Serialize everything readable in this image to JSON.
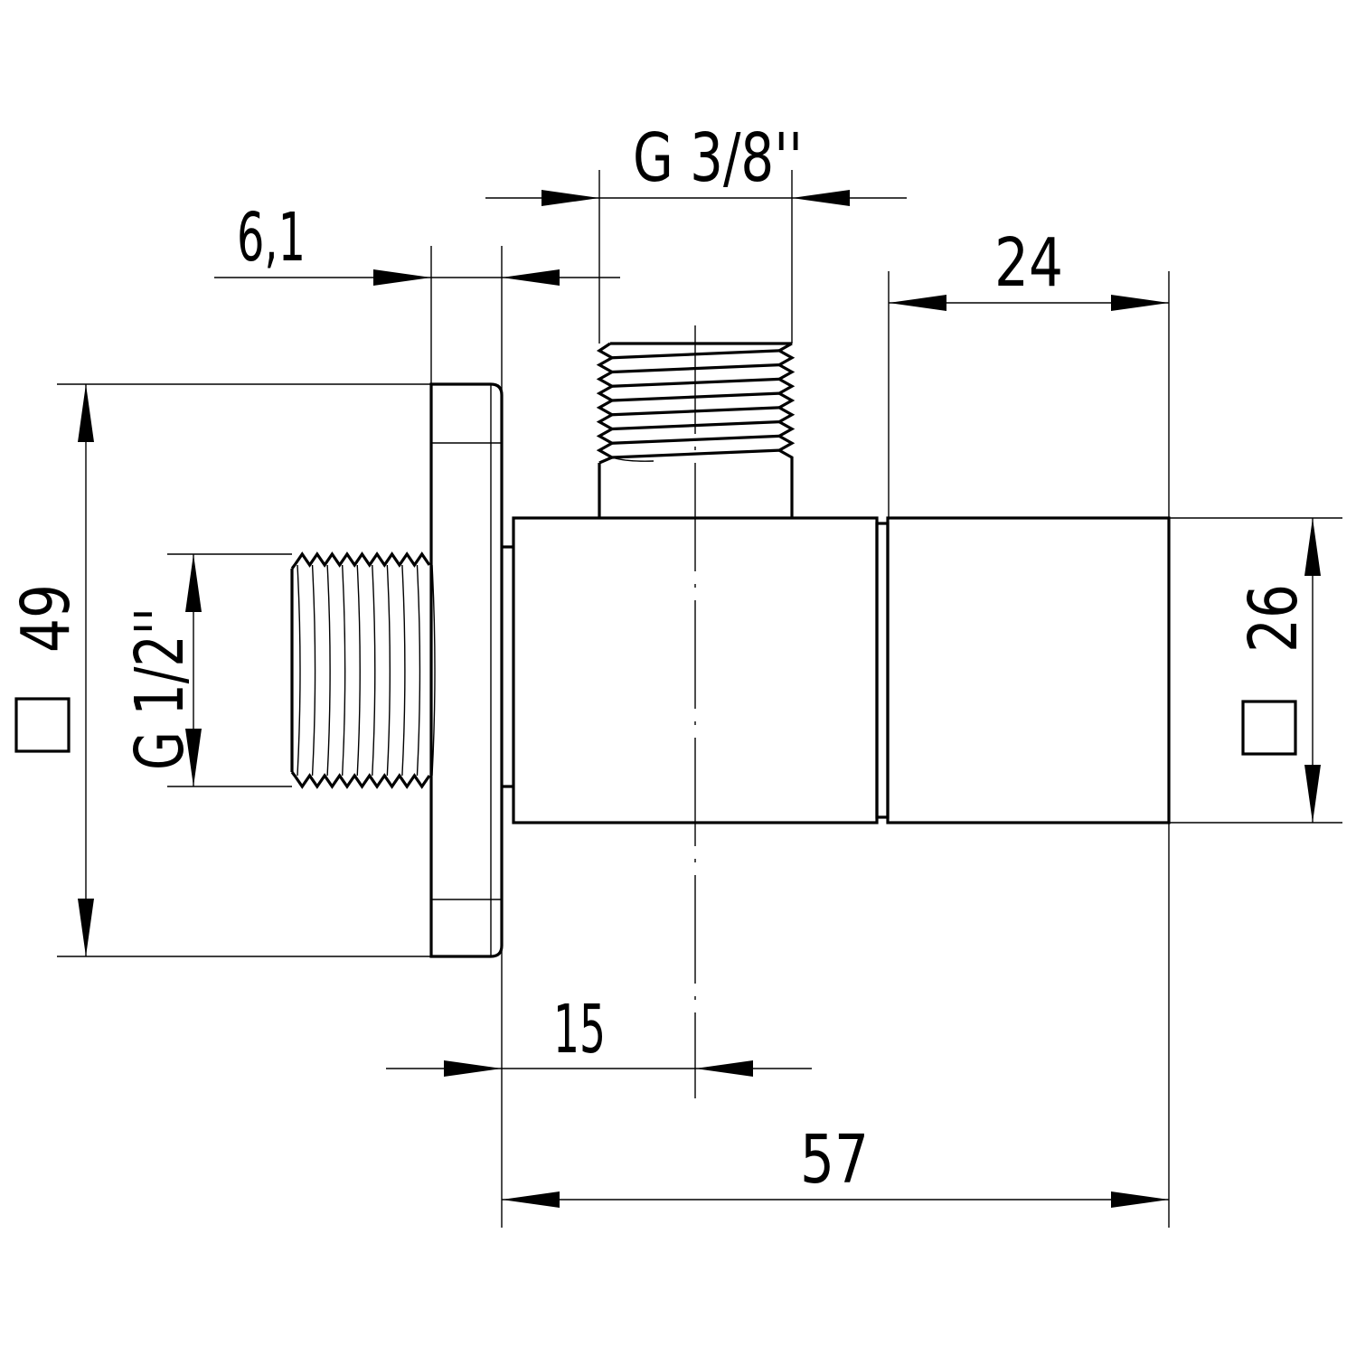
{
  "dimensions": {
    "flange_thickness": "6,1",
    "outlet_thread": "G 3/8''",
    "handle_length": "24",
    "flange_size": "49",
    "inlet_thread": "G 1/2''",
    "body_size": "26",
    "outlet_offset": "15",
    "overall_length": "57"
  },
  "symbols": {
    "flange_square": "square-symbol",
    "body_square": "square-symbol"
  }
}
